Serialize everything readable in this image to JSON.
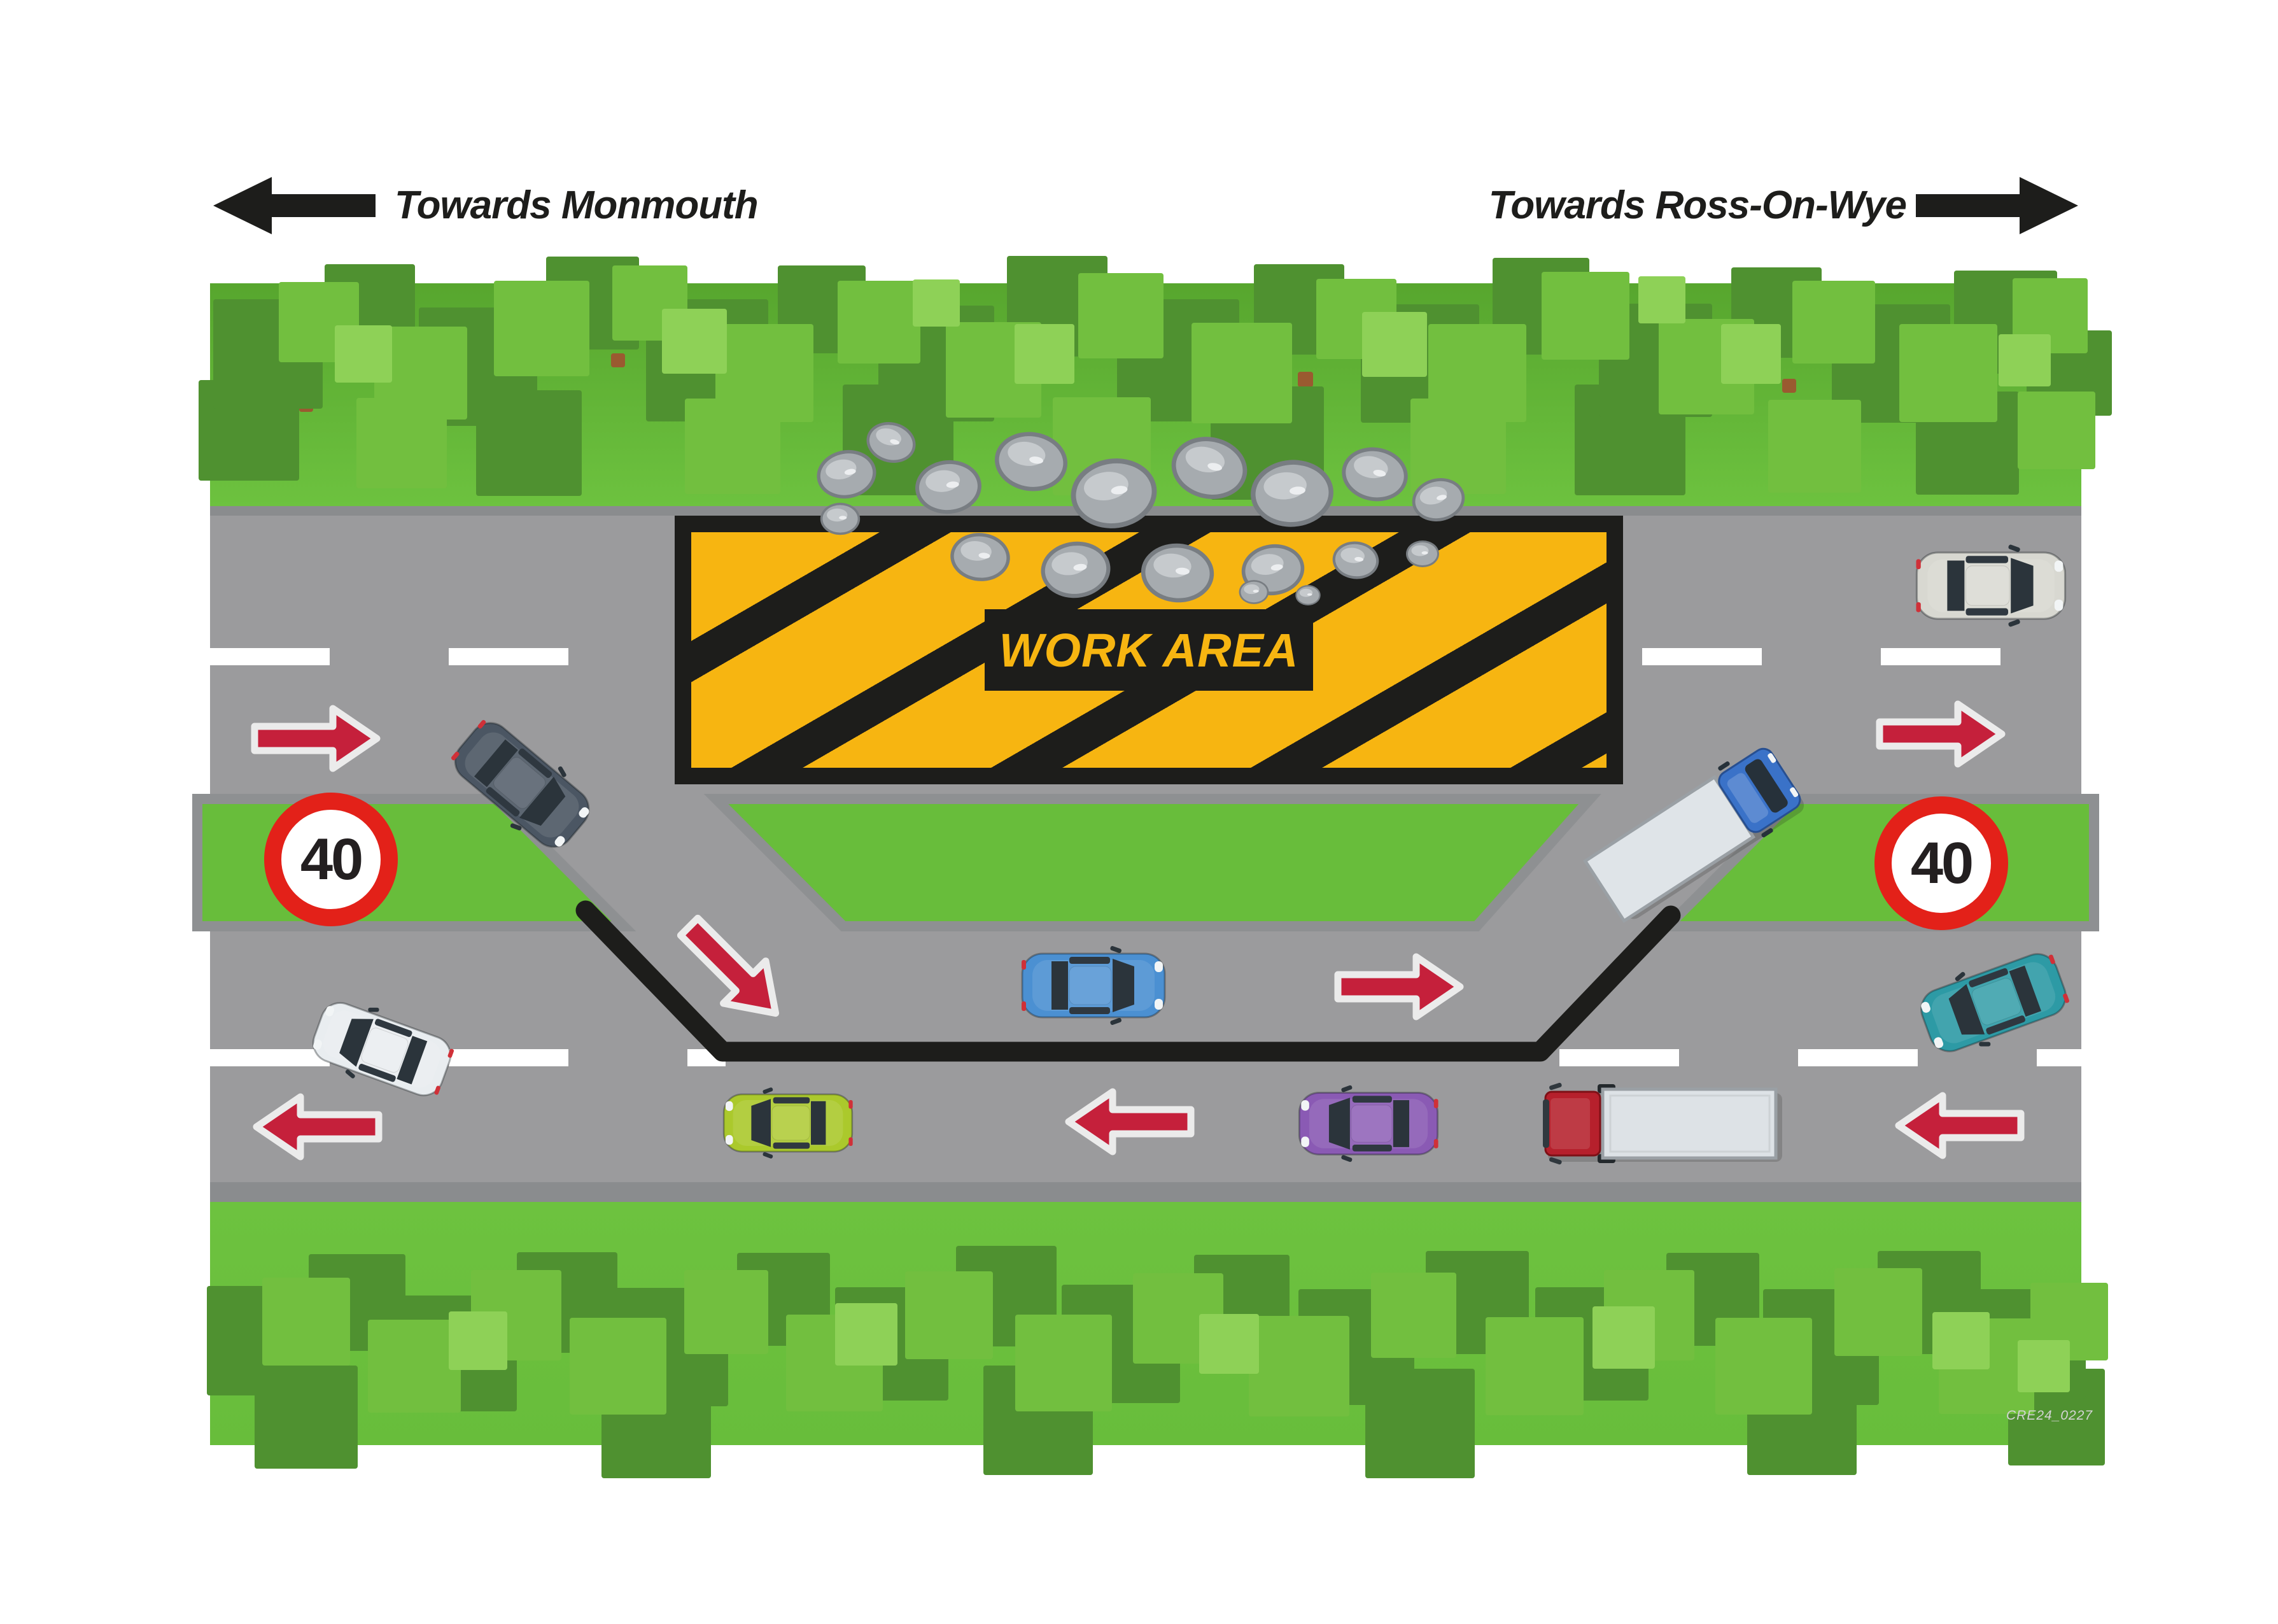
{
  "header": {
    "left_label": "Towards Monmouth",
    "right_label": "Towards Ross-On-Wye"
  },
  "work_area": {
    "label": "WORK AREA"
  },
  "speed_signs": {
    "left_value": "40",
    "right_value": "40"
  },
  "watermark": "CRE24_0227",
  "vehicles": [
    {
      "name": "dark-grey-car",
      "color": "#4b5663",
      "direction": "diverting-down-right"
    },
    {
      "name": "silver-car",
      "color": "#d8d8d1",
      "direction": "east"
    },
    {
      "name": "white-van",
      "color": "#dfe4e8",
      "cab_color": "#3a72c8",
      "direction": "merging-up-right"
    },
    {
      "name": "blue-car",
      "color": "#4b90d2",
      "direction": "east-contraflow"
    },
    {
      "name": "teal-car",
      "color": "#2d9aa5",
      "direction": "west-merging-down"
    },
    {
      "name": "white-car",
      "color": "#e9edf0",
      "direction": "west-exiting-up"
    },
    {
      "name": "lime-car",
      "color": "#abc92c",
      "direction": "west"
    },
    {
      "name": "purple-car",
      "color": "#8a5ab4",
      "direction": "west"
    },
    {
      "name": "red-truck",
      "color": "#dde2e6",
      "cab_color": "#b6202c",
      "direction": "west"
    }
  ],
  "colors": {
    "road": "#9b9b9d",
    "road_edge": "#8a8c8e",
    "grass": "#68bd3b",
    "grass_dark": "#57a62e",
    "grass_light": "#6dc23f",
    "bush_dark": "#4f9130",
    "bush_mid": "#72bf3f",
    "bush_light": "#8ed157",
    "trunk": "#9a5a30",
    "stripe_yellow": "#f7b511",
    "stripe_black": "#1d1d1b",
    "arrow_red": "#c5203b",
    "arrow_outline": "#ebebeb",
    "sign_red": "#e32119",
    "barrier_black": "#1d1d1b",
    "rock_dark": "#787d82",
    "rock_mid": "#a6abaf",
    "rock_light": "#c6cacd",
    "dash_white": "#ffffff",
    "text_black": "#1d1d1b",
    "watermark": "#d4d4d4"
  }
}
